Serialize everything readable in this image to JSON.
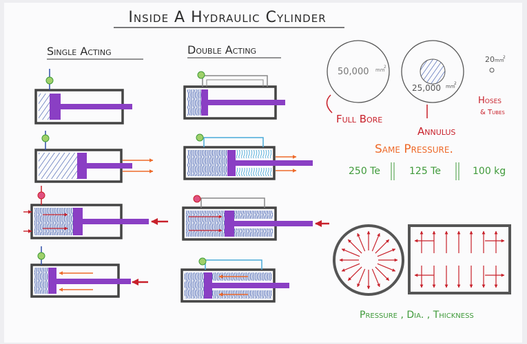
{
  "title": "Inside A Hydraulic Cylinder",
  "headings": {
    "single": "Single Acting",
    "double": "Double Acting"
  },
  "areas": {
    "full_bore": "50,000",
    "annulus": "25,000",
    "tube": "20",
    "unit": "mm",
    "unit_sup": "2"
  },
  "labels": {
    "full_bore": "Full Bore",
    "annulus": "Annulus",
    "hoses": "Hoses",
    "tubes": "& Tubes",
    "same_pressure": "Same Pressure.",
    "force_1": "250 Te",
    "force_2": "125 Te",
    "force_3": "100 kg",
    "footer": "Pressure , Dia. , Thickness"
  },
  "colors": {
    "purple": "#8a3fc4",
    "blue": "#2f4fa8",
    "red": "#c8202a",
    "orange": "#ee6a2a",
    "green": "#3f9a3a",
    "ink": "#2b2b2b",
    "cyan": "#49a9d8"
  }
}
